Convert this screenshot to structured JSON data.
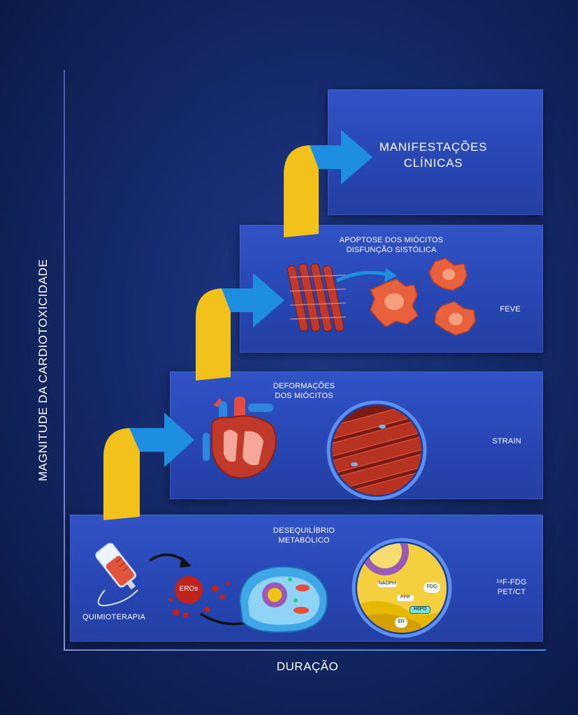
{
  "axes": {
    "y_label": "MAGNITUDE DA CARDIOTOXICIDADE",
    "x_label": "DURAÇÃO"
  },
  "stages": [
    {
      "title": "DESEQUILÍBRIO\nMETABÓLICO",
      "side_label": "¹⁸F-FDG\nPET/CT",
      "drug_label": "QUIMIOTERAPIA",
      "ros_label": "EROs",
      "cell_labels": {
        "nadph": "NADPH",
        "fdg": "FDG",
        "ppp": "PPP",
        "h6pd": "H6PD",
        "er": "ER"
      }
    },
    {
      "title": "DEFORMAÇÕES\nDOS MIÓCITOS",
      "side_label": "STRAIN"
    },
    {
      "title": "APOPTOSE DOS MIÓCITOS\nDISFUNÇÃO SISTÓLICA",
      "side_label": "FEVE"
    },
    {
      "title": "MANIFESTAÇÕES\nCLÍNICAS"
    }
  ],
  "colors": {
    "panel": "#2a49b8",
    "arrow_blue": "#1e8fe0",
    "arrow_yellow": "#f2c21a",
    "muscle_red": "#c0392b",
    "apoptotic_orange": "#e8603c"
  }
}
